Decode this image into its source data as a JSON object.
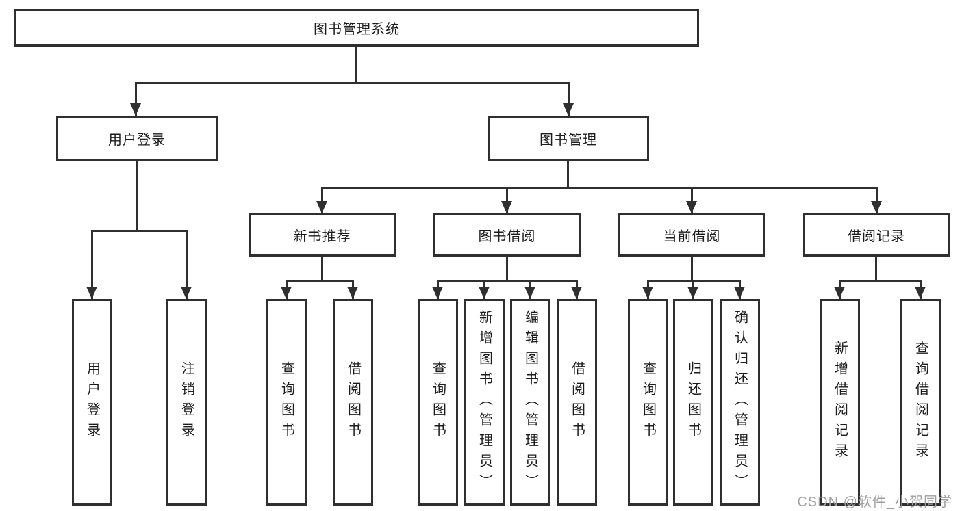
{
  "tree": {
    "root": "图书管理系统",
    "login": {
      "label": "用户登录",
      "leaves": [
        "用户登录",
        "注销登录"
      ]
    },
    "mgmt": {
      "label": "图书管理",
      "groups": [
        {
          "label": "新书推荐",
          "leaves": [
            "查询图书",
            "借阅图书"
          ]
        },
        {
          "label": "图书借阅",
          "leaves": [
            "查询图书",
            "新增图书（管理员）",
            "编辑图书（管理员）",
            "借阅图书"
          ]
        },
        {
          "label": "当前借阅",
          "leaves": [
            "查询图书",
            "归还图书",
            "确认归还（管理员）"
          ]
        },
        {
          "label": "借阅记录",
          "leaves": [
            "新增借阅记录",
            "查询借阅记录"
          ]
        }
      ]
    }
  },
  "watermark": "CSDN @软件_小贺同学",
  "colors": {
    "line": "#2f2f2f",
    "text": "#1c1c1c",
    "watermark": "#a0a0a0",
    "background": "#ffffff"
  }
}
